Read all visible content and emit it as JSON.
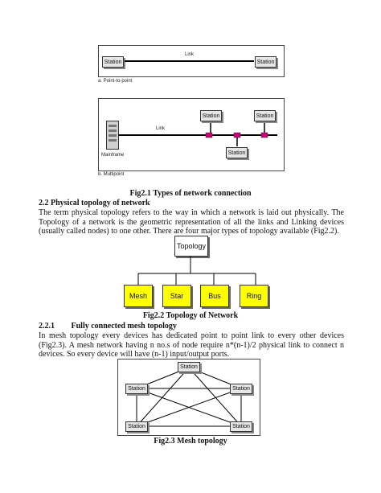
{
  "fig1": {
    "a": {
      "station_left": "Station",
      "station_right": "Station",
      "link": "Link",
      "caption": "a. Point-to-point"
    },
    "b": {
      "mainframe": "Mainframe",
      "link": "Link",
      "station_top_left": "Station",
      "station_top_right": "Station",
      "station_bottom": "Station",
      "caption": "b. Multipoint"
    },
    "caption": "Fig2.1 Types of network connection"
  },
  "section_2_2": {
    "heading": "2.2 Physical topology of network",
    "para": "The term physical topology refers to the way in which a network is laid out physically. The Topology of a network is the geometric representation of all the links and Linking devices (usually called nodes) to one other. There are four major types of topology available (Fig2.2)."
  },
  "fig2": {
    "root": "Topology",
    "children": [
      "Mesh",
      "Star",
      "Bus",
      "Ring"
    ],
    "caption": "Fig2.2 Topology of Network",
    "box_color": "#ffff00"
  },
  "section_2_2_1": {
    "number": "2.2.1",
    "title": "Fully connected mesh topology",
    "para": "In mesh topology every devices has dedicated point to point link to every other devices (Fig2.3). A mesh network having n no.s of node require n*(n-1)/2 physical link to connect n devices. So every device will have (n-1) input/output ports."
  },
  "fig3": {
    "nodes": [
      "Station",
      "Station",
      "Station",
      "Station",
      "Station"
    ],
    "caption": "Fig2.3 Mesh topology"
  }
}
